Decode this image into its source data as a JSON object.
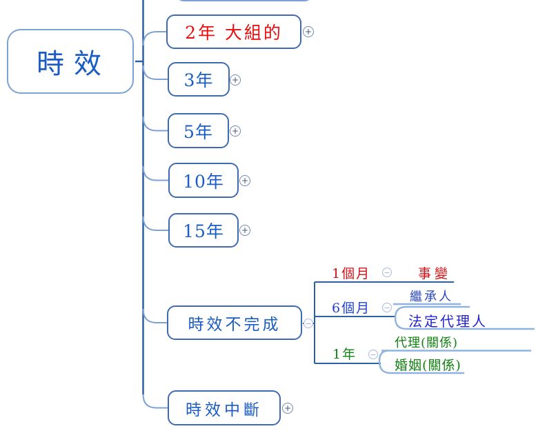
{
  "diagram": {
    "type": "mind-map",
    "background": "#ffffff"
  },
  "nodes": {
    "root": {
      "label": "時效"
    },
    "b2y": {
      "label": "2年 大組的"
    },
    "b3y": {
      "label": "3年"
    },
    "b5y": {
      "label": "5年"
    },
    "b10y": {
      "label": "10年"
    },
    "b15y": {
      "label": "15年"
    },
    "incomplete": {
      "label": "時效不完成"
    },
    "interrupt": {
      "label": "時效中斷"
    },
    "m1": {
      "label": "1個月"
    },
    "shibian": {
      "label": "事變"
    },
    "m6": {
      "label": "6個月"
    },
    "heir": {
      "label": "繼承人"
    },
    "legalrep": {
      "label": "法定代理人"
    },
    "y1": {
      "label": "1年"
    },
    "agency": {
      "label": "代理(關係)"
    },
    "marriage": {
      "label": "婚姻(關係)"
    }
  },
  "hierarchy": {
    "root": "時效",
    "branches": [
      {
        "label": "2年 大組的",
        "collapsed": true
      },
      {
        "label": "3年",
        "collapsed": true
      },
      {
        "label": "5年",
        "collapsed": true
      },
      {
        "label": "10年",
        "collapsed": true
      },
      {
        "label": "15年",
        "collapsed": true
      },
      {
        "label": "時效不完成",
        "collapsed": false,
        "children": [
          {
            "label": "1個月",
            "children": [
              "事變"
            ]
          },
          {
            "label": "6個月",
            "children": [
              "繼承人",
              "法定代理人"
            ]
          },
          {
            "label": "1年",
            "children": [
              "代理(關係)",
              "婚姻(關係)"
            ]
          }
        ]
      },
      {
        "label": "時效中斷",
        "collapsed": true
      }
    ]
  },
  "glyphs": {
    "plus": "+",
    "minus": "−"
  },
  "colors": {
    "trunk_blue": "#2d5fa6",
    "connector_blue": "#7ba1d7",
    "node_border_blue": "#3f68b5",
    "light_line_blue": "#8fb3e0",
    "text_blue": "#1a5cc4",
    "text_red": "#e80d0d",
    "text_green": "#128112",
    "sub_text_blue": "#2423cf"
  }
}
